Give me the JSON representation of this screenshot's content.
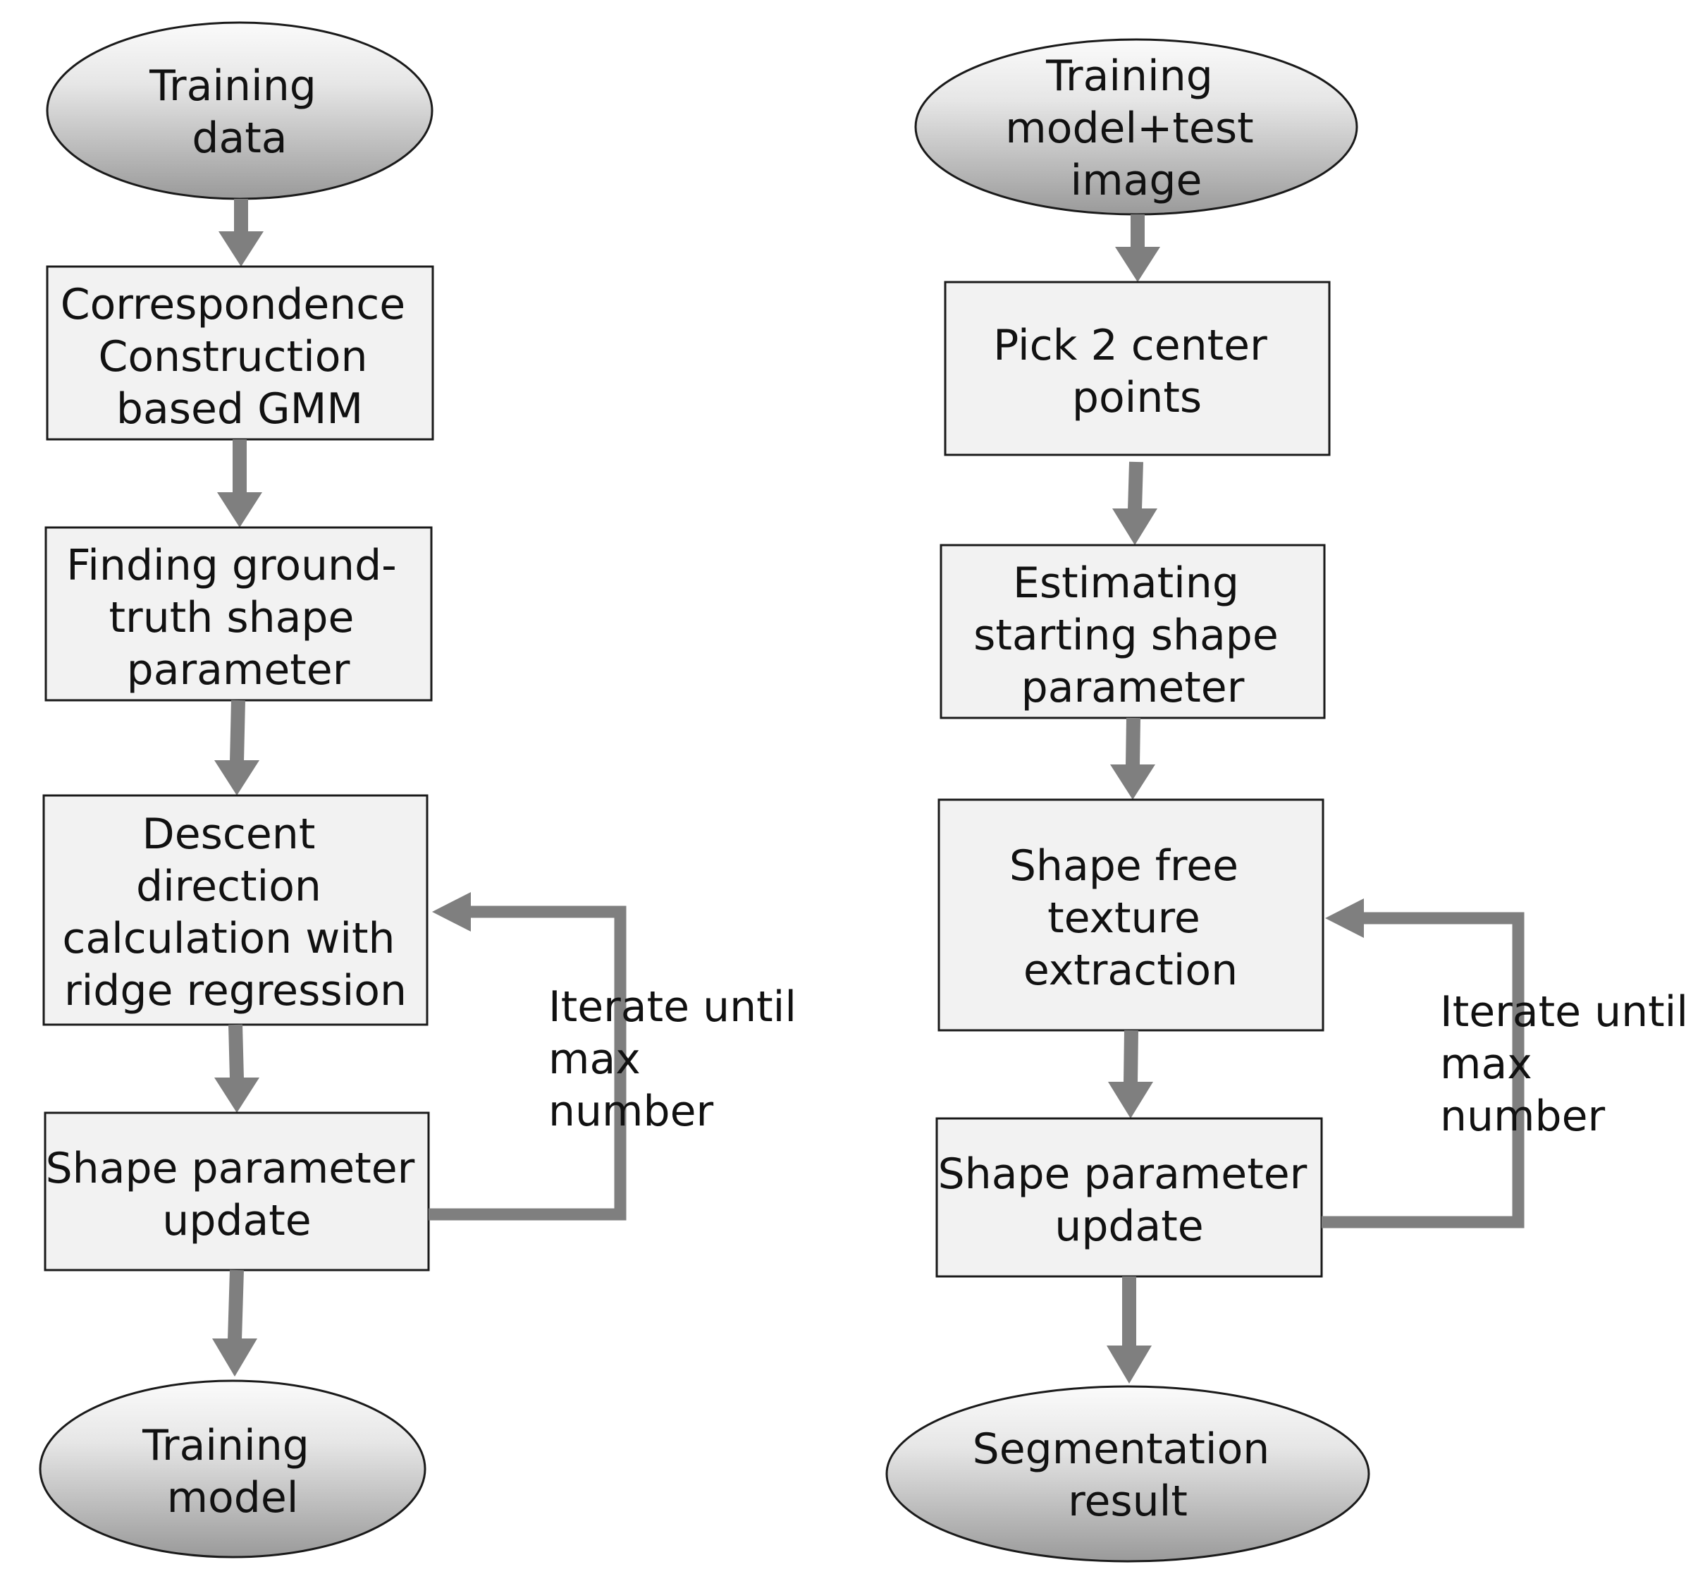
{
  "diagram": {
    "left_flow": {
      "start": {
        "lines": [
          "Training",
          "data"
        ]
      },
      "steps": [
        {
          "lines": [
            "Correspondence",
            "Construction",
            "based GMM"
          ]
        },
        {
          "lines": [
            "Finding ground-",
            "truth shape",
            "parameter"
          ]
        },
        {
          "lines": [
            "Descent",
            "direction",
            "calculation with",
            "ridge regression"
          ]
        },
        {
          "lines": [
            "Shape parameter",
            "update"
          ]
        }
      ],
      "end": {
        "lines": [
          "Training",
          "model"
        ]
      },
      "loop_label": [
        "Iterate until",
        "max",
        "number"
      ]
    },
    "right_flow": {
      "start": {
        "lines": [
          "Training",
          "model+test",
          "image"
        ]
      },
      "steps": [
        {
          "lines": [
            "Pick 2 center",
            "points"
          ]
        },
        {
          "lines": [
            "Estimating",
            "starting shape",
            "parameter"
          ]
        },
        {
          "lines": [
            "Shape free",
            "texture",
            "extraction"
          ]
        },
        {
          "lines": [
            "Shape parameter",
            "update"
          ]
        }
      ],
      "end": {
        "lines": [
          "Segmentation",
          "result"
        ]
      },
      "loop_label": [
        "Iterate until",
        "max",
        "number"
      ]
    },
    "colors": {
      "box_fill": "#f2f2f2",
      "border": "#1a1a1a",
      "arrow": "#7f7f7f",
      "oval_light": "#fbfbfb",
      "oval_dark": "#9a9a9a"
    }
  }
}
